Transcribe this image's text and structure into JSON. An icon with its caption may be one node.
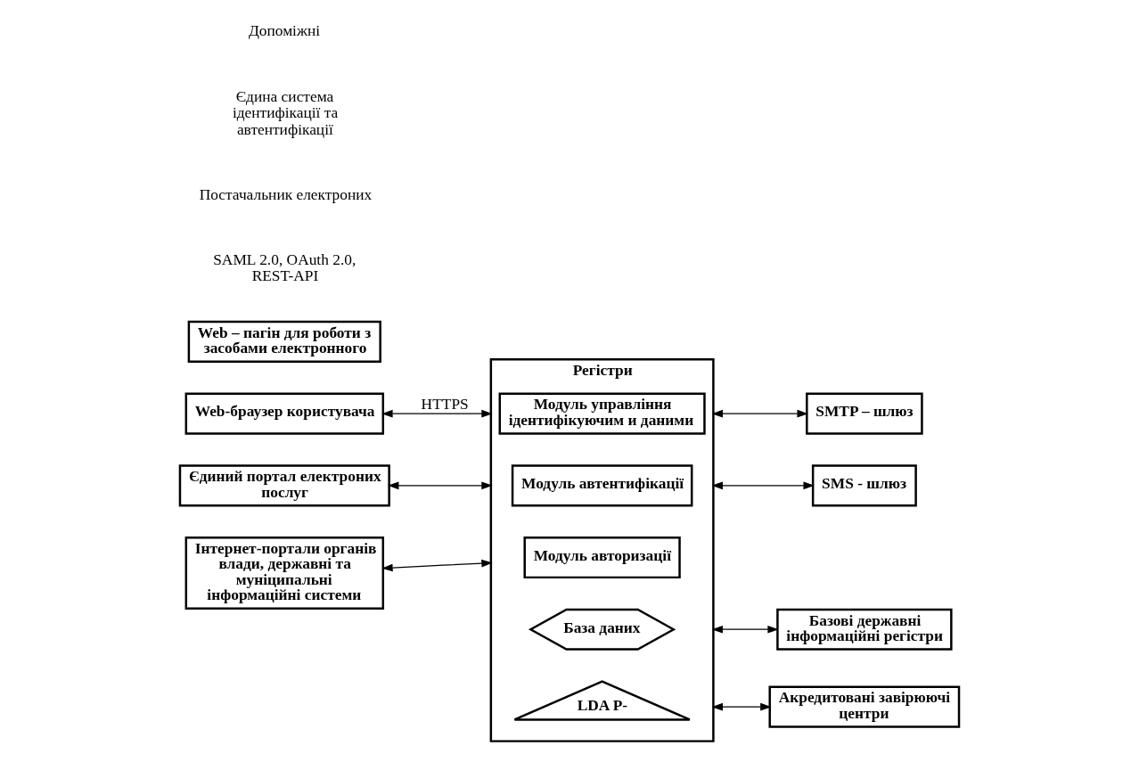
{
  "diagram": {
    "nodes": [
      {
        "text": [
          "Web-браузер користувача"
        ]
      },
      {
        "text": [
          "Web – пагін для роботи з засобами електронного"
        ]
      },
      {
        "text": [
          "Регістри"
        ]
      },
      {
        "text": [
          "Єдиний портал електроних послуг"
        ]
      },
      {
        "text": [
          "Інтернет-портали органів влади, державні та муніципальні інформаційні системи"
        ]
      },
      {
        "text": [
          "Модуль управління ідентифікуючим и даними"
        ],
        "in": 2
      },
      {
        "text": [
          "Модуль автентифікації"
        ],
        "in": 2
      },
      {
        "text": [
          "Модуль авторизації"
        ],
        "in": 2
      },
      {
        "text": [
          "База даних"
        ],
        "in": 2
      },
      {
        "text": [
          "LDA P-"
        ],
        "in": 2
      },
      {
        "text": [
          "Базові державні інформаційні регістри"
        ]
      },
      {
        "text": [
          "Акредитовані завірюючі центри"
        ]
      },
      {
        "text": [
          "SMTP – шлюз"
        ]
      },
      {
        "text": [
          "SMS - шлюз"
        ]
      }
    ],
    "edges": [
      {
        "from": 0,
        "to": 2,
        "arrow": "both",
        "label": "HTTPS"
      },
      {
        "from": 3,
        "to": 2,
        "arrow": "both"
      },
      {
        "from": 4,
        "to": 2,
        "arrow": "both"
      },
      {
        "from": 2,
        "to": 10,
        "arrow": "both"
      },
      {
        "from": 2,
        "to": 11,
        "arrow": "both"
      },
      {
        "from": 2,
        "to": 12,
        "arrow": "both"
      },
      {
        "from": 2,
        "to": 13,
        "arrow": "both"
      }
    ],
    "labels": [
      "SAML 2.0, OAuth 2.0, REST-API",
      "Постачальник електроних",
      "Єдина система ідентифікації та автентифікації",
      "Допоміжні"
    ]
  }
}
